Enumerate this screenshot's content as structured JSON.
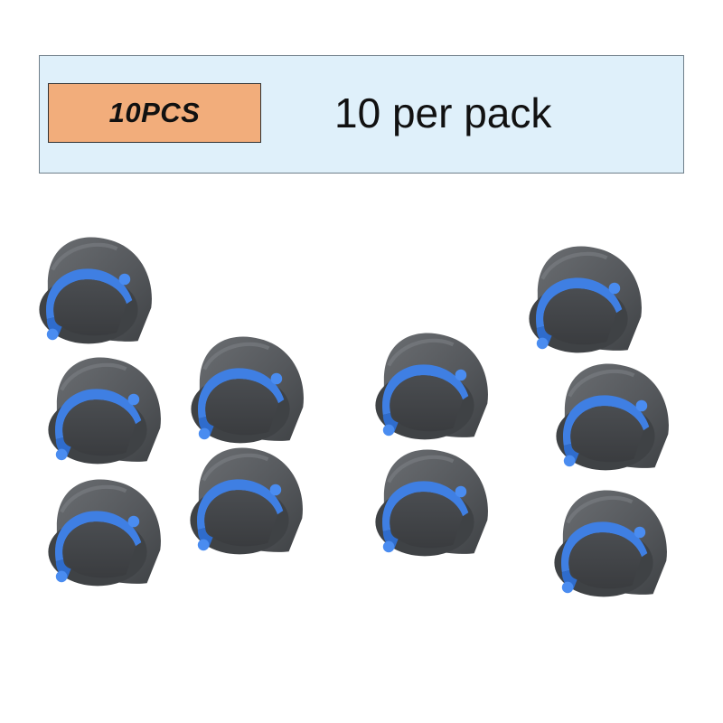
{
  "banner": {
    "quantity_label": "10PCS",
    "quantity_text": "10 per pack"
  },
  "product_photo": {
    "item_count": 10,
    "item_name": "pickup-roller-icon",
    "colors": {
      "rubber": "#55585c",
      "hub": "#3e7fe0",
      "background": "#ffffff",
      "banner_fill": "#dff0fa",
      "badge_fill": "#f2ad7b"
    }
  }
}
